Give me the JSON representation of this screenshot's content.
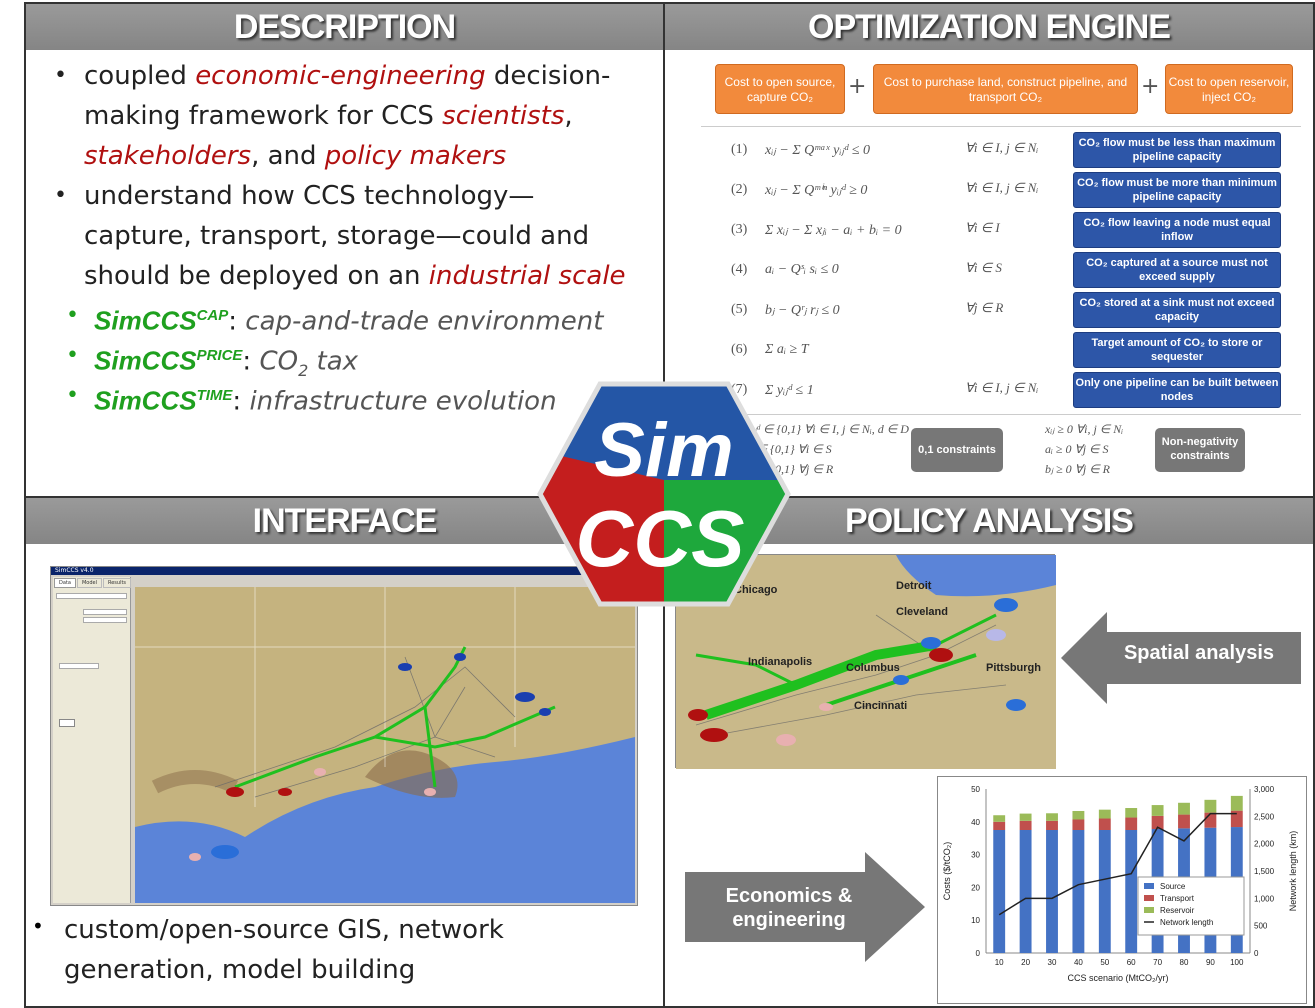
{
  "headers": {
    "description": "DESCRIPTION",
    "optimization": "OPTIMIZATION ENGINE",
    "interface": "INTERFACE",
    "policy": "POLICY ANALYSIS"
  },
  "description": {
    "l1a": "coupled ",
    "l1b": "economic-engineering",
    "l1c": " decision-",
    "l2a": "making framework for CCS ",
    "l2b": "scientists",
    "l2c": ",",
    "l3a": "stakeholders",
    "l3b": ", and ",
    "l3c": "policy makers",
    "l4": "understand how CCS technology—",
    "l5": "capture, transport, storage—could and",
    "l6a": "should be deployed on an ",
    "l6b": "industrial scale",
    "cap_name": "SimCCS",
    "cap_sup": "CAP",
    "cap_text": "cap-and-trade environment",
    "price_name": "SimCCS",
    "price_sup": "PRICE",
    "price_text": "CO",
    "price_sub": "2",
    "price_text2": " tax",
    "time_name": "SimCCS",
    "time_sup": "TIME",
    "time_text": "infrastructure evolution"
  },
  "optimization": {
    "objective": [
      "Cost to open source, capture CO₂",
      "Cost to purchase land, construct pipeline, and transport CO₂",
      "Cost to open reservoir, inject CO₂"
    ],
    "constraints": [
      {
        "no": "(1)",
        "eq": "xᵢⱼ − Σ Qᵐᵃˣ yᵢⱼᵈ ≤ 0",
        "forall": "∀i ∈ I, j ∈ Nᵢ",
        "label": "CO₂ flow must be less than maximum pipeline capacity"
      },
      {
        "no": "(2)",
        "eq": "xᵢⱼ − Σ Qᵐⁱⁿ yᵢⱼᵈ ≥ 0",
        "forall": "∀i ∈ I, j ∈ Nᵢ",
        "label": "CO₂ flow must be more than minimum pipeline capacity"
      },
      {
        "no": "(3)",
        "eq": "Σ xᵢⱼ − Σ xⱼᵢ − aᵢ + bᵢ = 0",
        "forall": "∀i ∈ I",
        "label": "CO₂ flow leaving a node must equal inflow"
      },
      {
        "no": "(4)",
        "eq": "aᵢ − Qˢᵢ sᵢ ≤ 0",
        "forall": "∀i ∈ S",
        "label": "CO₂ captured at a source must not exceed supply"
      },
      {
        "no": "(5)",
        "eq": "bⱼ − Qʳⱼ rⱼ ≤ 0",
        "forall": "∀j ∈ R",
        "label": "CO₂ stored at a sink must not exceed capacity"
      },
      {
        "no": "(6)",
        "eq": "Σ aᵢ ≥ T",
        "forall": "",
        "label": "Target amount of CO₂ to store or sequester"
      },
      {
        "no": "(7)",
        "eq": "Σ yᵢⱼᵈ ≤ 1",
        "forall": "∀i ∈ I, j ∈ Nᵢ",
        "label": "Only one pipeline can be built between nodes"
      }
    ],
    "binary_eqs": [
      "yᵢⱼᵈ ∈ {0,1}  ∀i ∈ I, j ∈ Nᵢ, d ∈ D",
      "sᵢ ∈ {0,1}  ∀i ∈ S",
      "rⱼ ∈ {0,1}  ∀j ∈ R"
    ],
    "nonneg_eqs": [
      "xᵢⱼ ≥ 0  ∀i, j ∈ Nᵢ",
      "aᵢ ≥ 0  ∀j ∈ S",
      "bⱼ ≥ 0  ∀j ∈ R"
    ],
    "binary_label": "0,1 constraints",
    "nonneg_label": "Non-negativity constraints"
  },
  "logo": {
    "line1": "Sim",
    "line2": "CCS"
  },
  "interface": {
    "app_title": "SimCCS v4.0",
    "tabs": [
      "Data",
      "Model",
      "Results"
    ],
    "caption_1": "custom/open-source  GIS, network",
    "caption_2": "generation, model building"
  },
  "policy": {
    "cities": [
      "Detroit",
      "Cleveland",
      "Indianapolis",
      "Columbus",
      "Pittsburgh",
      "Cincinnati",
      "Chicago"
    ],
    "spatial_label": "Spatial analysis",
    "econ_label": "Economics & engineering"
  },
  "chart_data": {
    "type": "bar",
    "categories": [
      "10",
      "20",
      "30",
      "40",
      "50",
      "60",
      "70",
      "80",
      "90",
      "100"
    ],
    "series": [
      {
        "name": "Source",
        "values": [
          37.5,
          37.5,
          37.5,
          37.5,
          37.5,
          37.5,
          37.8,
          38,
          38.2,
          38.4
        ],
        "color": "#4472c4"
      },
      {
        "name": "Transport",
        "values": [
          2.5,
          2.8,
          2.8,
          3.2,
          3.5,
          3.8,
          4.0,
          4.2,
          4.6,
          5.0
        ],
        "color": "#c0504d"
      },
      {
        "name": "Reservoir",
        "values": [
          2,
          2.2,
          2.3,
          2.6,
          2.7,
          2.9,
          3.3,
          3.6,
          3.9,
          4.5
        ],
        "color": "#9bbb59"
      }
    ],
    "line": {
      "name": "Network length",
      "values": [
        700,
        1000,
        1000,
        1250,
        1350,
        1450,
        2300,
        2050,
        2550,
        2550
      ],
      "color": "#222222"
    },
    "xlabel": "CCS scenario (MtCO₂/yr)",
    "ylabel": "Costs ($/tCO₂)",
    "y2label": "Network length (km)",
    "ylim": [
      0,
      50
    ],
    "y2lim": [
      0,
      3000
    ],
    "yticks": [
      "0",
      "10",
      "20",
      "30",
      "40",
      "50"
    ],
    "y2ticks": [
      "0",
      "500",
      "1,000",
      "1,500",
      "2,000",
      "2,500",
      "3,000"
    ]
  },
  "colors": {
    "header": "#8c8c8c",
    "red_text": "#b01010",
    "green_text": "#1fa01f",
    "constraint_box": "#2d56a8",
    "objective_box": "#f28a3c",
    "logo_blue": "#2456a6",
    "logo_red": "#c41e1e",
    "logo_green": "#1ea83c"
  }
}
